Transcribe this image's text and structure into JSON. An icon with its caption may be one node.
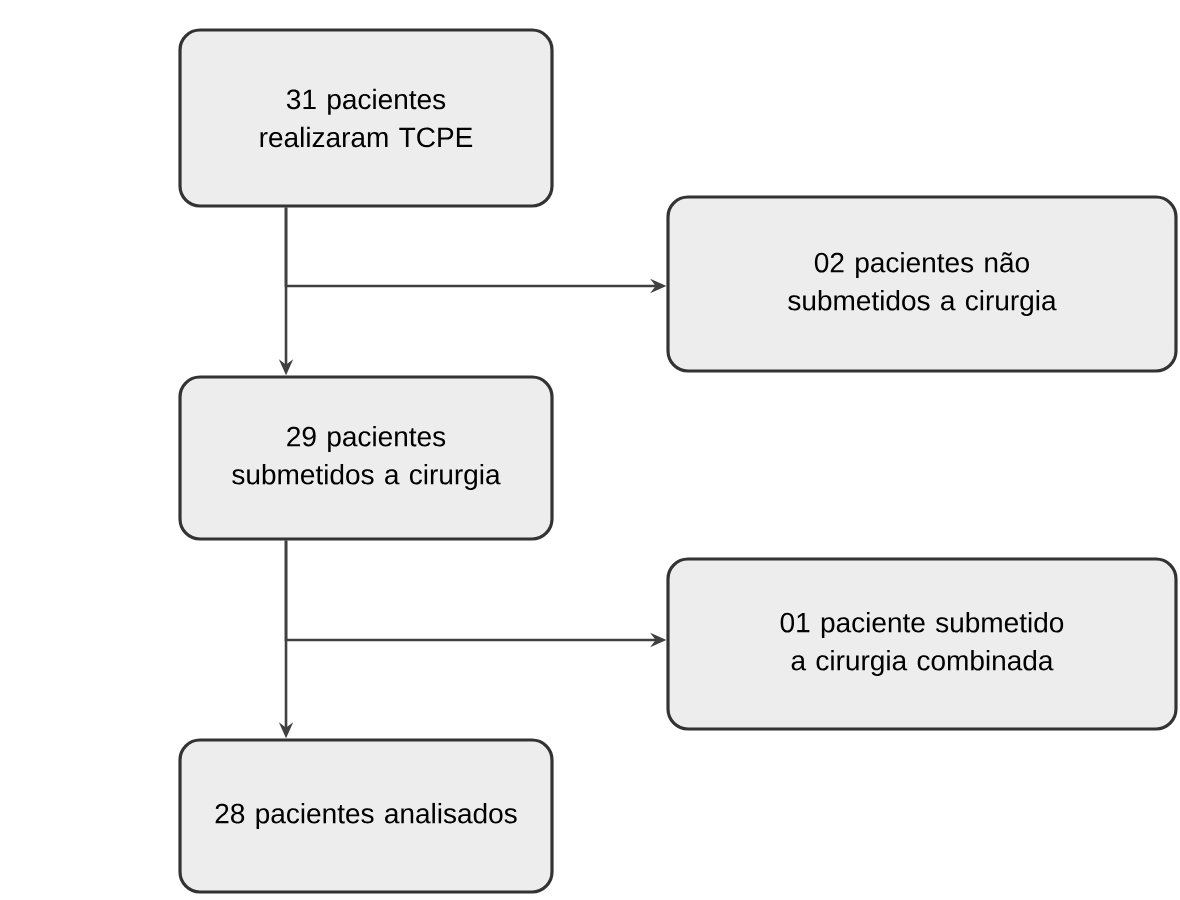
{
  "diagram": {
    "nodes": [
      {
        "text": [
          "31 pacientes realizaram TCPE"
        ]
      },
      {
        "text": [
          "02 pacientes não submetidos a cirurgia"
        ]
      },
      {
        "text": [
          "29 pacientes submetidos a cirurgia"
        ]
      },
      {
        "text": [
          "01 paciente submetido a cirurgia combinada"
        ]
      },
      {
        "text": [
          "28 pacientes analisados"
        ]
      }
    ],
    "edges": [
      {
        "from": 0,
        "to": 2,
        "arrow": "to"
      },
      {
        "from": 0,
        "to": 1,
        "arrow": "to"
      },
      {
        "from": 2,
        "to": 4,
        "arrow": "to"
      },
      {
        "from": 2,
        "to": 3,
        "arrow": "to"
      }
    ]
  }
}
